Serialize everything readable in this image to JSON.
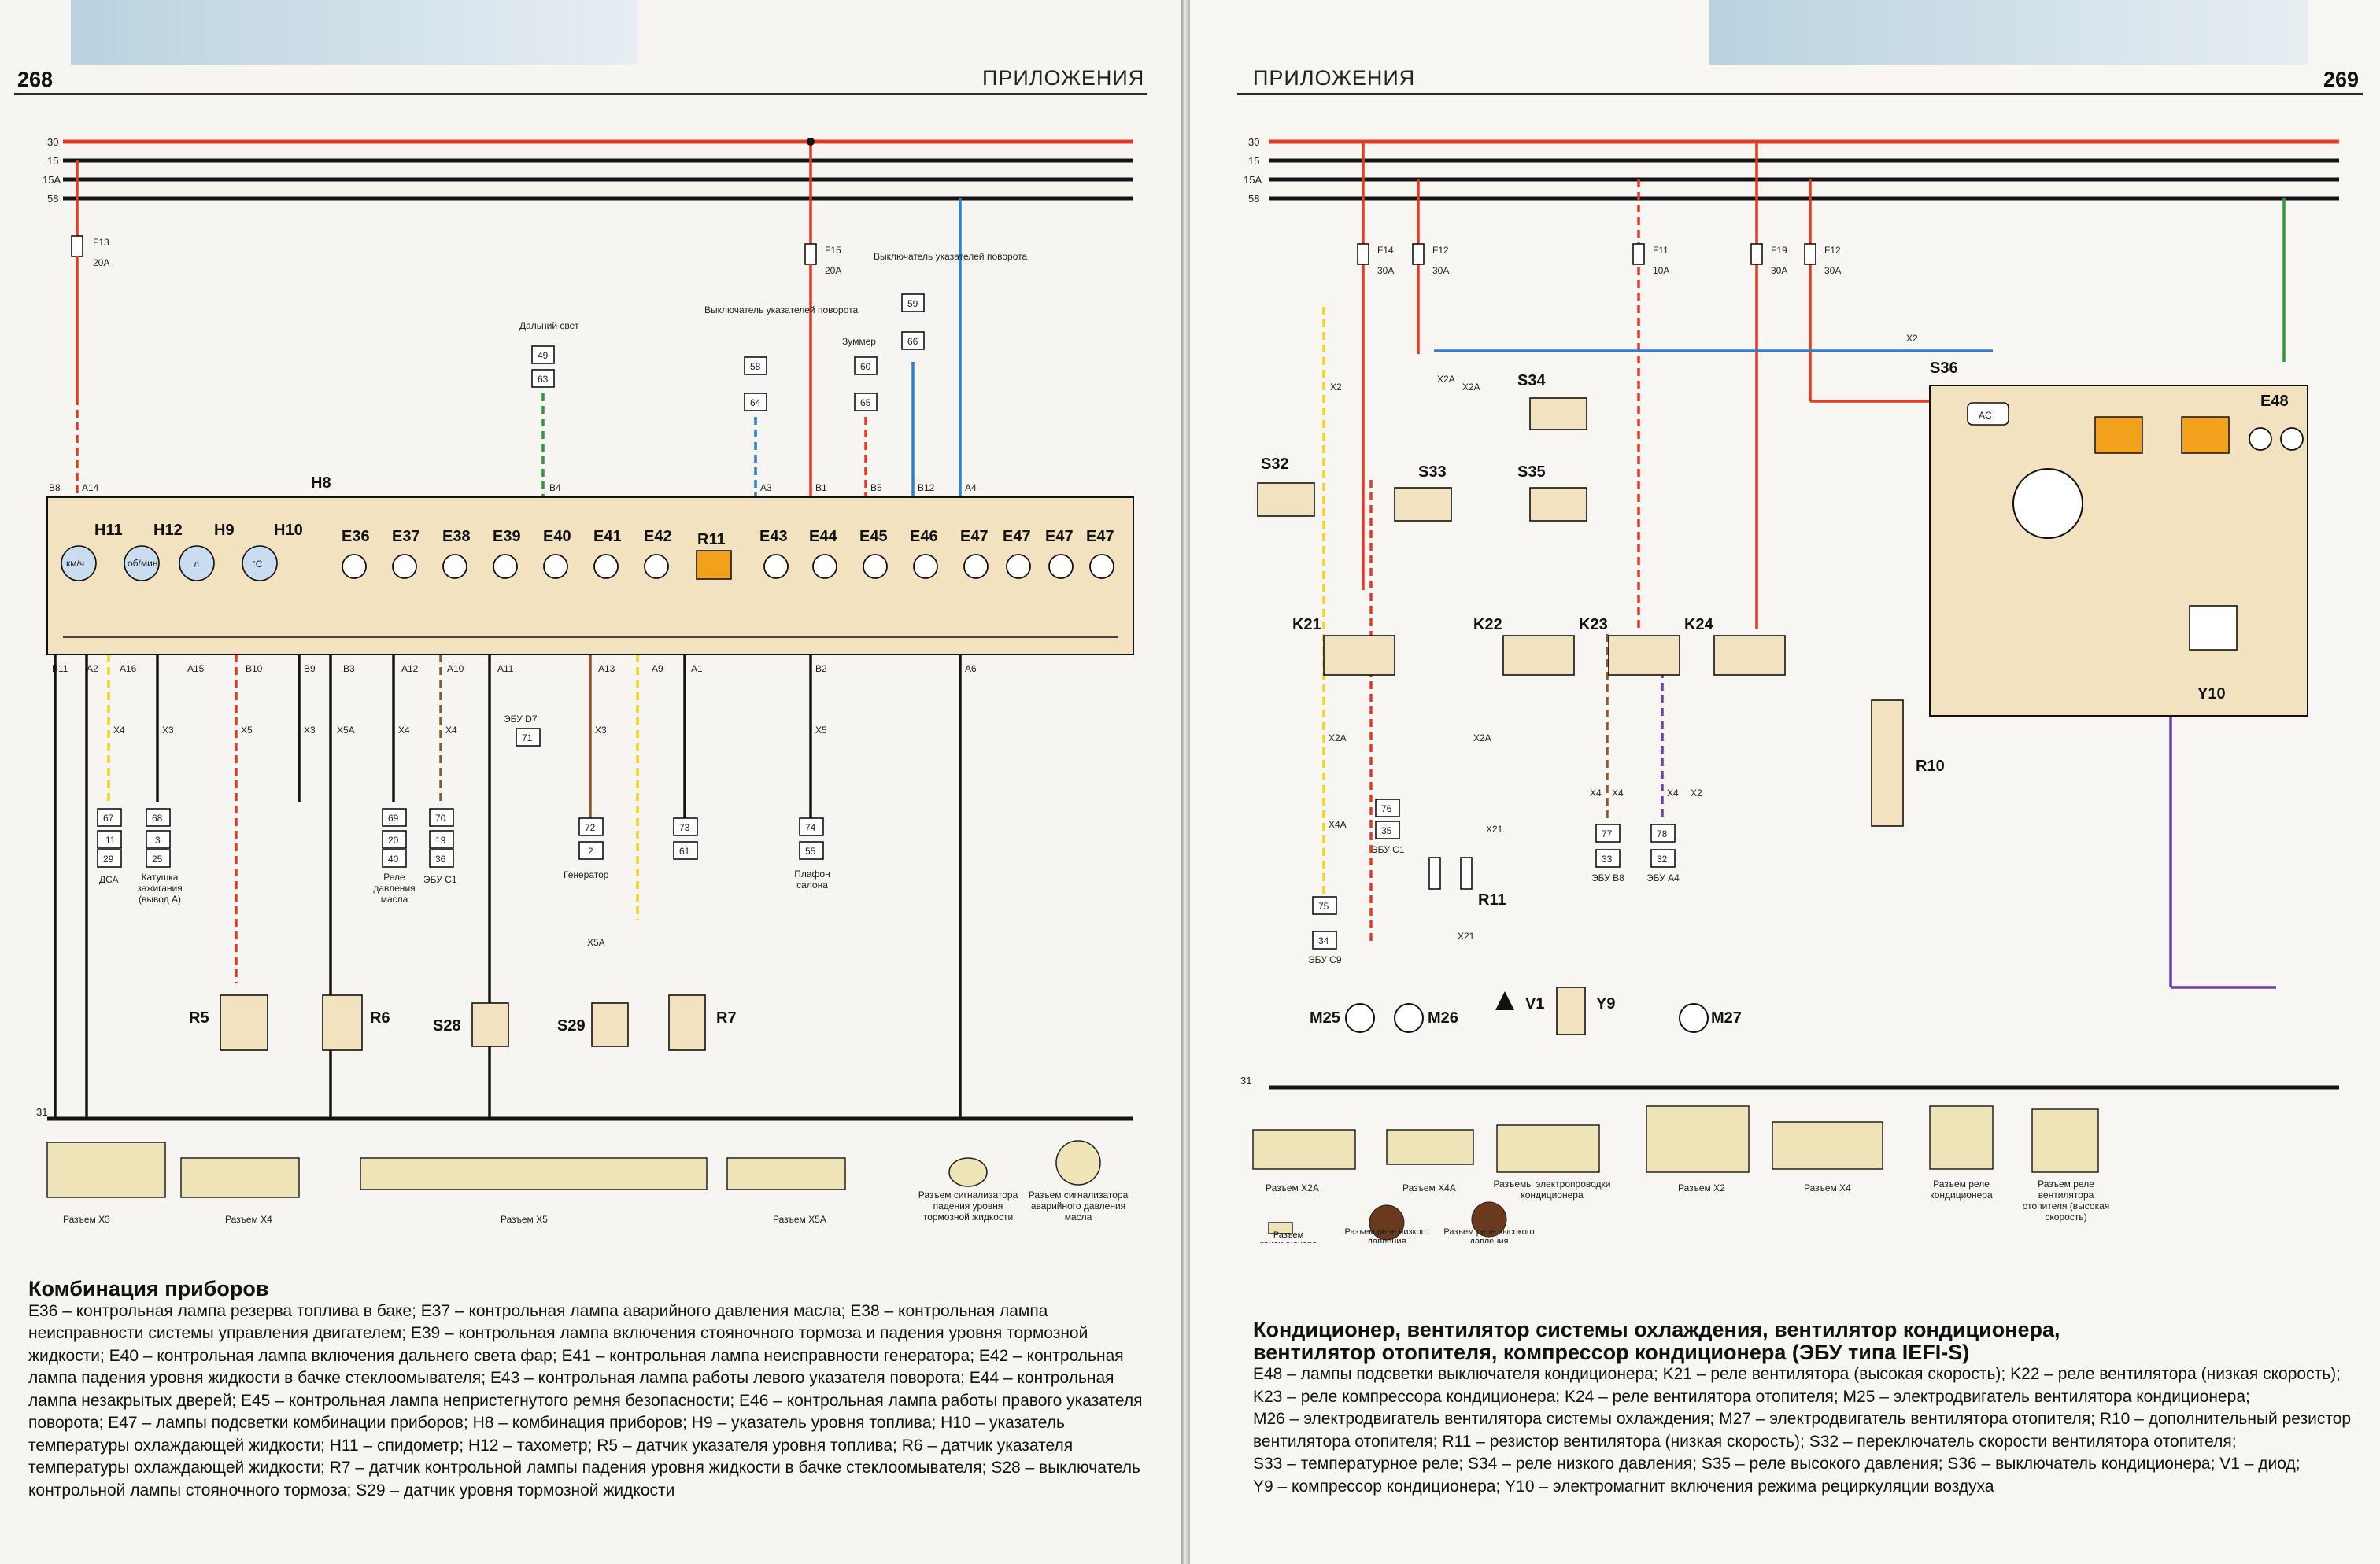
{
  "left": {
    "page_number": "268",
    "running_head": "ПРИЛОЖЕНИЯ",
    "bus_labels": [
      "30",
      "15",
      "15A",
      "58"
    ],
    "fuses": [
      {
        "id": "F13",
        "rating": "20A"
      },
      {
        "id": "F15",
        "rating": "20A"
      }
    ],
    "h8_label": "H8",
    "top_pins": [
      "B8",
      "A14",
      "B4",
      "A3",
      "B1",
      "B5",
      "B12",
      "A4"
    ],
    "bottom_pins": [
      "B11",
      "A2",
      "A16",
      "A15",
      "B10",
      "B9",
      "B3",
      "A12",
      "A10",
      "A11",
      "A13",
      "A9",
      "A1",
      "B2",
      "A6"
    ],
    "gauges": [
      {
        "id": "H11",
        "face": "км/ч"
      },
      {
        "id": "H12",
        "face": "об/мин"
      },
      {
        "id": "H9",
        "face": "л"
      },
      {
        "id": "H10",
        "face": "°C"
      }
    ],
    "lamps": [
      "E36",
      "E37",
      "E38",
      "E39",
      "E40",
      "E41",
      "E42",
      "E43",
      "E44",
      "E45",
      "E46",
      "E47",
      "E47",
      "E47",
      "E47"
    ],
    "r11": "R11",
    "top_blocks": [
      {
        "label": "Дальний свет",
        "a": "49",
        "b": "63"
      },
      {
        "label": "Выключатель указателей поворота",
        "a": "58",
        "b": "64"
      },
      {
        "label": "Зуммер",
        "a": "60",
        "b": "65"
      },
      {
        "label": "Выключатель указателей поворота",
        "a": "59",
        "b": "66"
      }
    ],
    "bottom_blocks": [
      {
        "top": "67",
        "mid": "11",
        "bot": "29",
        "label": "ДСА"
      },
      {
        "top": "68",
        "mid": "3",
        "bot": "25",
        "label": "Катушка зажигания (вывод А)"
      },
      {
        "top": "69",
        "mid": "20",
        "bot": "40",
        "label": "Реле давления масла"
      },
      {
        "top": "70",
        "mid": "19",
        "bot": "36",
        "label": "ЭБУ С1"
      },
      {
        "top": "72",
        "mid": "2",
        "bot": "",
        "label": "Генератор"
      },
      {
        "top": "73",
        "mid": "61",
        "bot": "",
        "label": ""
      },
      {
        "top": "74",
        "mid": "55",
        "bot": "",
        "label": "Плафон салона"
      }
    ],
    "ebu_d7": {
      "label": "ЭБУ D7",
      "value": "71"
    },
    "connector_codes": [
      "X4",
      "X3",
      "X5",
      "X3",
      "X5A",
      "X4",
      "X4",
      "X3",
      "X5",
      "X5A"
    ],
    "sensors": [
      "R5",
      "R6",
      "S28",
      "S29",
      "R7"
    ],
    "ground_label": "31",
    "connectors": [
      "Разъем X3",
      "Разъем X4",
      "Разъем X5",
      "Разъем X5A",
      "Разъем сигнализатора падения уровня тормозной жидкости",
      "Разъем сигнализатора аварийного давления масла"
    ],
    "caption_title": "Комбинация приборов",
    "caption_lines": [
      "E36 – контрольная лампа резерва топлива в баке; E37 – контрольная лампа аварийного давления масла; E38 – контрольная лампа",
      "неисправности системы управления двигателем; E39 – контрольная лампа включения стояночного тормоза и падения уровня тормозной",
      "жидкости; E40 – контрольная лампа включения дальнего света фар; E41 – контрольная лампа неисправности генератора; E42 – контрольная",
      "лампа падения уровня жидкости в бачке стеклоомывателя; E43 – контрольная лампа работы левого указателя поворота; E44 – контрольная",
      "лампа незакрытых дверей; E45 – контрольная лампа непристегнутого ремня безопасности; E46 – контрольная лампа работы правого указателя",
      "поворота; E47 – лампы подсветки комбинации приборов; H8 – комбинация приборов; H9 – указатель уровня топлива; H10 – указатель",
      "температуры охлаждающей жидкости; H11 – спидометр; H12 – тахометр; R5 – датчик указателя уровня топлива; R6 – датчик указателя",
      "температуры охлаждающей жидкости; R7 – датчик контрольной лампы падения уровня жидкости в бачке стеклоомывателя; S28 – выключатель",
      "контрольной лампы стояночного тормоза; S29 – датчик уровня тормозной жидкости"
    ]
  },
  "right": {
    "page_number": "269",
    "running_head": "ПРИЛОЖЕНИЯ",
    "bus_labels": [
      "30",
      "15",
      "15A",
      "58"
    ],
    "fuses": [
      {
        "id": "F14",
        "rating": "30A"
      },
      {
        "id": "F12",
        "rating": "30A"
      },
      {
        "id": "F11",
        "rating": "10A"
      },
      {
        "id": "F19",
        "rating": "30A"
      },
      {
        "id": "F12",
        "rating": "30A"
      }
    ],
    "relays": [
      "K21",
      "K22",
      "K23",
      "K24"
    ],
    "switches": [
      "S32",
      "S33",
      "S34",
      "S35",
      "S36"
    ],
    "ac_label": "AC",
    "motors": [
      "M25",
      "M26",
      "M27"
    ],
    "components": [
      "E48",
      "R10",
      "R11",
      "V1",
      "Y9",
      "Y10"
    ],
    "blocks": [
      {
        "top": "76",
        "mid": "35",
        "label": "ЭБУ С1"
      },
      {
        "top": "75",
        "mid": "34",
        "label": "ЭБУ С9"
      },
      {
        "top": "77",
        "mid": "33",
        "label": "ЭБУ В8"
      },
      {
        "top": "78",
        "mid": "32",
        "label": "ЭБУ А4"
      }
    ],
    "connector_codes": [
      "X2",
      "X2A",
      "X2A",
      "X4",
      "X2",
      "X2A",
      "X4A",
      "X2A",
      "X21",
      "X21",
      "X4",
      "X4",
      "X2"
    ],
    "ground_label": "31",
    "connectors": [
      "Разъем X2A",
      "Разъем X4A",
      "Разъемы электропроводки кондиционера",
      "Разъем X2",
      "Разъем X4",
      "Разъем реле кондиционера",
      "Разъем реле вентилятора отопителя (высокая скорость)",
      "Разъем кондиционера",
      "Разъем реле низкого давления",
      "Разъем реле высокого давления"
    ],
    "caption_title_1": "Кондиционер, вентилятор системы охлаждения, вентилятор кондиционера,",
    "caption_title_2": "вентилятор отопителя, компрессор кондиционера (ЭБУ типа IEFI-S)",
    "caption_lines": [
      "E48 – лампы подсветки выключателя кондиционера; K21 – реле вентилятора (высокая скорость); K22 – реле вентилятора (низкая скорость);",
      "K23 – реле компрессора кондиционера; K24 – реле вентилятора отопителя; M25 – электродвигатель вентилятора кондиционера;",
      "M26 – электродвигатель вентилятора системы охлаждения; M27 – электродвигатель вентилятора отопителя; R10 – дополнительный резистор",
      "вентилятора отопителя; R11 – резистор вентилятора (низкая скорость); S32 – переключатель скорости вентилятора отопителя;",
      "S33 – температурное реле; S34 – реле низкого давления; S35 – реле высокого давления; S36 – выключатель кондиционера; V1 – диод;",
      "Y9 – компрессор кондиционера; Y10 – электромагнит включения режима рециркуляции воздуха"
    ]
  },
  "colors": {
    "red": "#e23b22",
    "black": "#141414",
    "green": "#2f9a3c",
    "blue": "#2f7fd0",
    "yellow": "#f3d41c",
    "brown": "#8a5a2c",
    "violet": "#6f3fb0",
    "orange": "#f08a22"
  }
}
